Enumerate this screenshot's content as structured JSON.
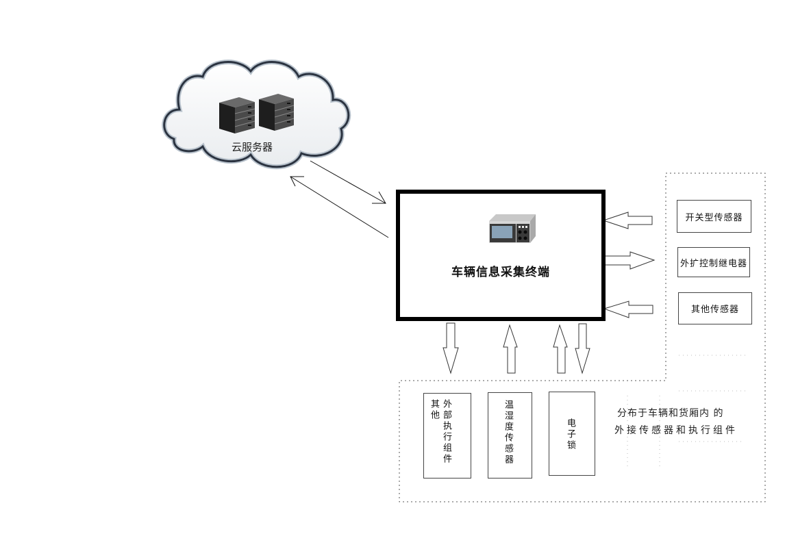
{
  "diagram": {
    "cloud": {
      "label": "云服务器",
      "icon": "server-rack-icon",
      "server_count": 2,
      "colors": {
        "fill": "#f3f4f6",
        "outline": "#2b3340",
        "shadow": "#b8c2cc",
        "server_body": "#2a2a2a"
      }
    },
    "terminal": {
      "title": "车辆信息采集终端",
      "icon": "data-terminal-device-icon",
      "border_color": "#000000"
    },
    "right_group": {
      "items": [
        {
          "label": "开关型传感器",
          "arrow": "to-terminal"
        },
        {
          "label": "外扩控制继电器",
          "arrow": "from-terminal"
        },
        {
          "label": "其他传感器",
          "arrow": "to-terminal"
        }
      ]
    },
    "bottom_group": {
      "items": [
        {
          "label_col1": "其他",
          "label_col2": "外部执行组件",
          "arrow": "from-terminal"
        },
        {
          "label": "温湿度传感器",
          "arrow": "to-terminal"
        },
        {
          "label": "电子锁",
          "arrow": "bidirectional"
        }
      ],
      "note_line1": "分布于车辆和货厢内 的",
      "note_line2": "外接传感器和执行组件"
    },
    "links": [
      {
        "from": "cloud",
        "to": "terminal",
        "style": "thin-line-arrow"
      },
      {
        "from": "terminal",
        "to": "cloud",
        "style": "thin-line-arrow"
      }
    ]
  }
}
